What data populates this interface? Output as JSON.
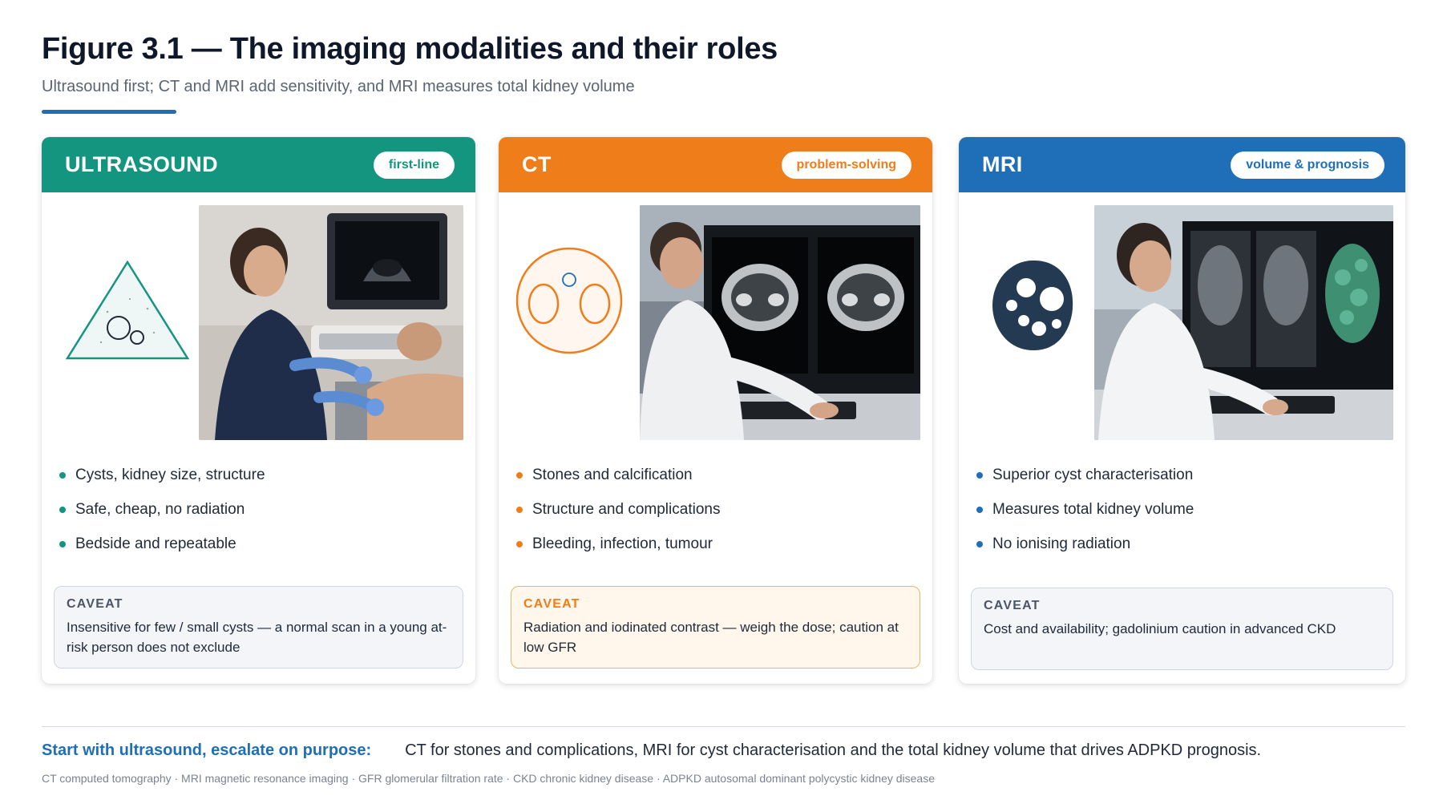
{
  "header": {
    "title": "Figure 3.1 — The imaging modalities and their roles",
    "subtitle": "Ultrasound first; CT and MRI add sensitivity, and MRI measures total kidney volume"
  },
  "colors": {
    "ultrasound": "#14957f",
    "ct": "#ef7d1a",
    "mri": "#1f6fb8",
    "caveat_bg_neutral": "#f3f5f9",
    "caveat_bg_ct": "#fff6ec",
    "caveat_border_ct": "#f2b266",
    "caveat_border_neutral": "#cfd6e0",
    "caveat_label_neutral": "#4b5563"
  },
  "cards": [
    {
      "title": "ULTRASOUND",
      "tag": "first-line",
      "illustration_icon": "triangle-cysts-icon",
      "photo": "clinician performing abdominal ultrasound on patient",
      "bullets": [
        "Cysts, kidney size, structure",
        "Safe, cheap, no radiation",
        "Bedside and repeatable"
      ],
      "caveat_label": "CAVEAT",
      "caveat_text": "Insensitive for few / small cysts — a normal scan in a young at-risk person does not exclude"
    },
    {
      "title": "CT",
      "tag": "problem-solving",
      "illustration_icon": "kidneys-cross-section-icon",
      "photo": "radiologist reviewing CT kidney slices on two monitors",
      "bullets": [
        "Stones and calcification",
        "Structure and complications",
        "Bleeding, infection, tumour"
      ],
      "caveat_label": "CAVEAT",
      "caveat_text": "Radiation and iodinated contrast — weigh the dose; caution at low GFR"
    },
    {
      "title": "MRI",
      "tag": "volume & prognosis",
      "illustration_icon": "cystic-kidney-icon",
      "photo": "clinician reviewing MRI kidney images and 3D volume rendering",
      "bullets": [
        "Superior cyst characterisation",
        "Measures total kidney volume",
        "No ionising radiation"
      ],
      "caveat_label": "CAVEAT",
      "caveat_text": "Cost and availability; gadolinium caution in advanced CKD"
    }
  ],
  "takeaway": {
    "lead": "Start with ultrasound, escalate on purpose:",
    "text": "CT for stones and complications, MRI for cyst characterisation and the total kidney volume that drives ADPKD prognosis."
  },
  "abbreviations": "CT computed tomography · MRI magnetic resonance imaging · GFR glomerular filtration rate · CKD chronic kidney disease · ADPKD autosomal dominant polycystic kidney disease"
}
